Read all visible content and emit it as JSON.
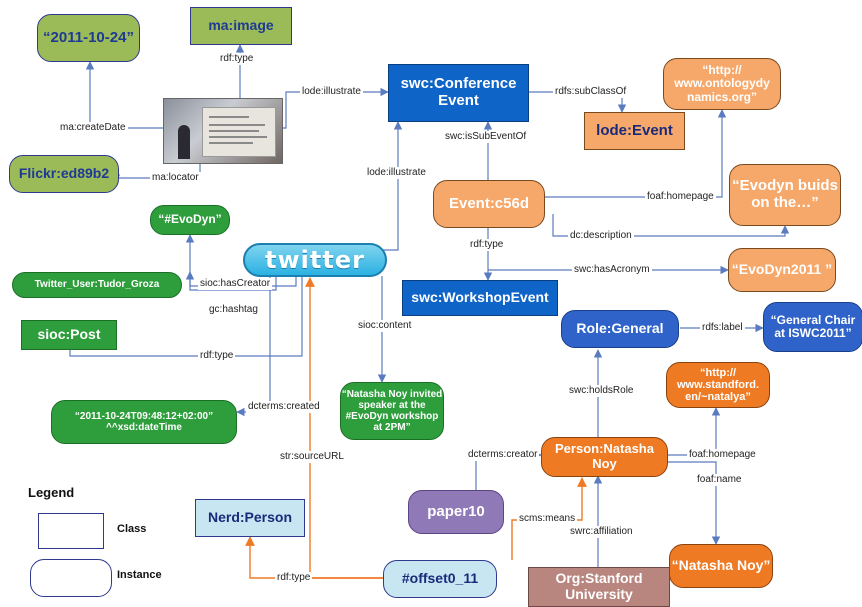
{
  "nodes": {
    "date_2011": "“2011-10-24”",
    "ma_image": "ma:image",
    "flickr": "Flickr:ed89b2",
    "swc_conf_event": "swc:Conference Event",
    "lode_event": "lode:Event",
    "ontodyn_url": "“http:// www.ontologydy namics.org”",
    "evodyn_builds": "“Evodyn buids on the…”",
    "event_c56d": "Event:c56d",
    "hash_evodyn": "“#EvoDyn”",
    "twitter_user": "Twitter_User:Tudor_Groza",
    "sioc_post": "sioc:Post",
    "twitter_logo": "twitter",
    "evodyn2011": "“EvoDyn2011 ”",
    "workshop_event": "swc:WorkshopEvent",
    "role_general": "Role:General",
    "general_chair": "“General Chair at ISWC2011”",
    "stanford_url": "“http:// www.standford. en/~natalya”",
    "datetime": "“2011-10-24T09:48:12+02:00” ^^xsd:dateTime",
    "natasha_tweet": "“Natasha Noy invited speaker at the #EvoDyn workshop at 2PM”",
    "person_natasha": "Person:Natasha Noy",
    "paper10": "paper10",
    "nerd_person": "Nerd:Person",
    "offset": "#offset0_11",
    "org_stanford": "Org:Stanford University",
    "natasha_name": "“Natasha Noy”"
  },
  "edges": {
    "rdf_type_image": "rdf:type",
    "lode_illustrate_1": "lode:illustrate",
    "rdfs_subclassof": "rdfs:subClassOf",
    "ma_createdate": "ma:createDate",
    "swc_issubeventof": "swc:isSubEventOf",
    "ma_locator": "ma:locator",
    "lode_illustrate_2": "lode:illustrate",
    "foaf_homepage_1": "foaf:homepage",
    "dc_description": "dc:description",
    "rdf_type_event": "rdf:type",
    "swc_hasacronym": "swc:hasAcronym",
    "sioc_hascreator": "sioc:hasCreator",
    "gc_hashtag": "gc:hashtag",
    "rdf_type_post": "rdf:type",
    "sioc_content": "sioc:content",
    "rdfs_label": "rdfs:label",
    "swc_holdsrole": "swc:holdsRole",
    "dcterms_created": "dcterms:created",
    "foaf_homepage_2": "foaf:homepage",
    "str_sourceurl": "str:sourceURL",
    "dcterms_creator": "dcterms:creator",
    "foaf_name": "foaf:name",
    "scms_means": "scms:means",
    "swrc_affiliation": "swrc:affiliation",
    "rdf_type_nerd": "rdf:type"
  },
  "legend": {
    "title": "Legend",
    "class_label": "Class",
    "instance_label": "Instance"
  },
  "colors": {
    "edge_blue": "#5a7bbf",
    "edge_orange": "#ef7a24"
  }
}
